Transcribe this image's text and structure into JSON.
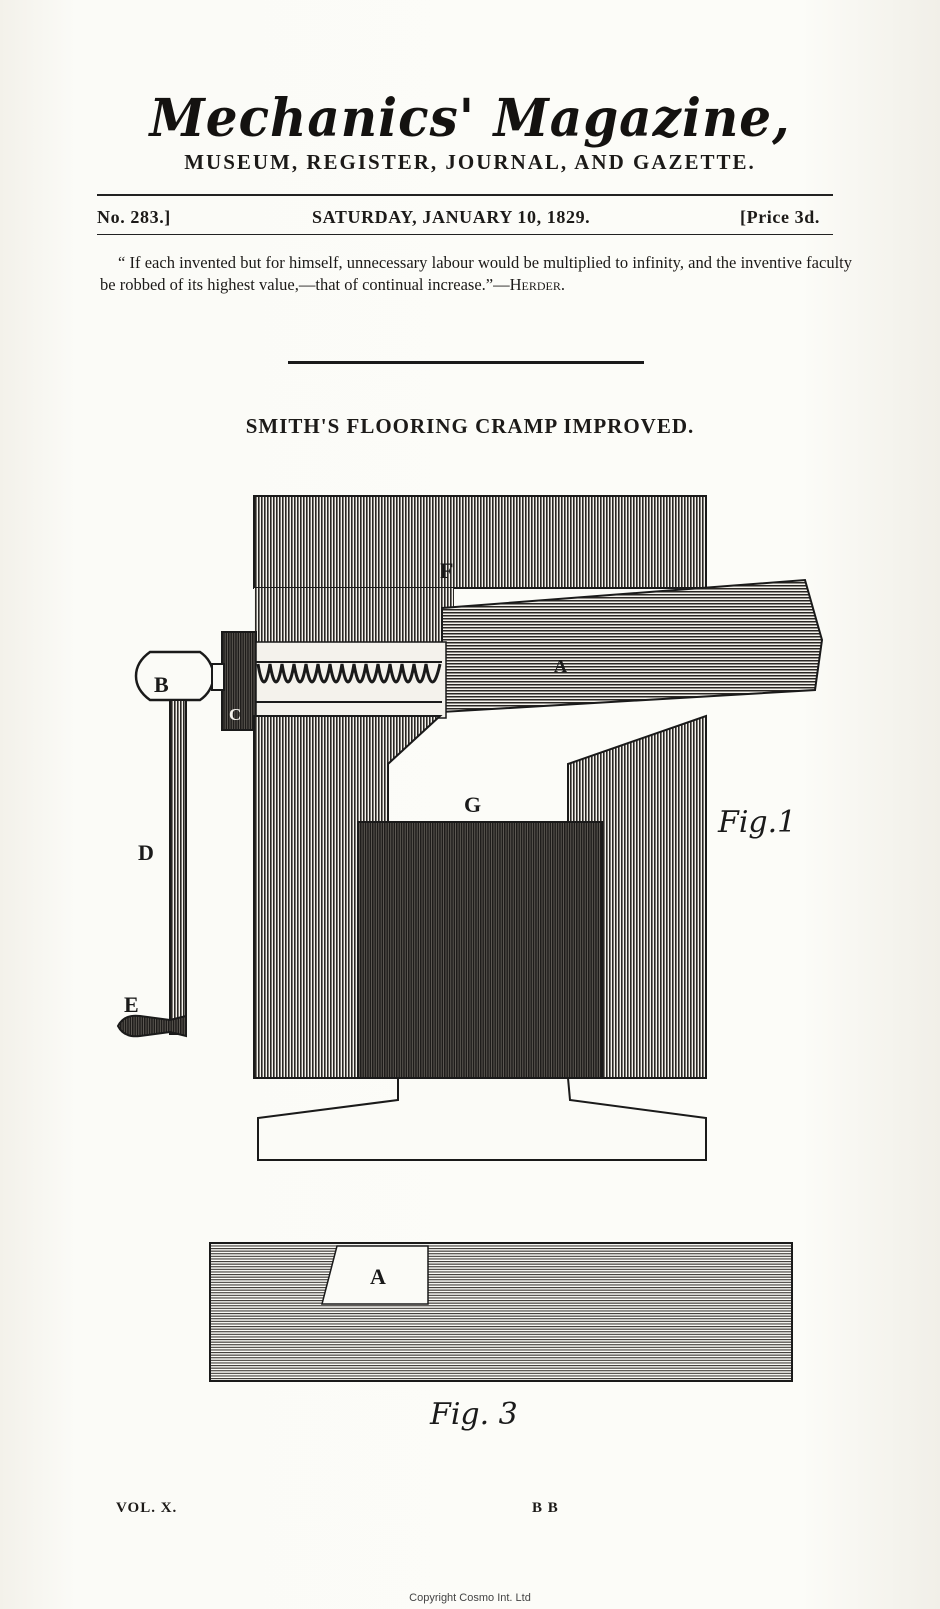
{
  "masthead": {
    "title": "Mechanics' Magazine,",
    "subtitle": "MUSEUM, REGISTER, JOURNAL, AND GAZETTE."
  },
  "issue": {
    "number": "No. 283.]",
    "date": "SATURDAY, JANUARY 10, 1829.",
    "price": "[Price 3d."
  },
  "epigraph": {
    "text": "“ If each invented but for himself, unnecessary labour would be multiplied to infinity, and the inventive faculty be robbed of its highest value,—that of continual increase.”—",
    "author": "Herder."
  },
  "article": {
    "title": "SMITH'S FLOORING CRAMP IMPROVED."
  },
  "figure1": {
    "labels": {
      "F": "F",
      "A": "A",
      "B": "B",
      "C": "C",
      "D": "D",
      "E": "E",
      "G": "G"
    },
    "caption": "Fig.1"
  },
  "figure3": {
    "label_a": "A",
    "caption": "Fig. 3"
  },
  "footer": {
    "volume": "VOL. X.",
    "signature": "B B"
  },
  "copyright": "Copyright Cosmo Int. Ltd"
}
